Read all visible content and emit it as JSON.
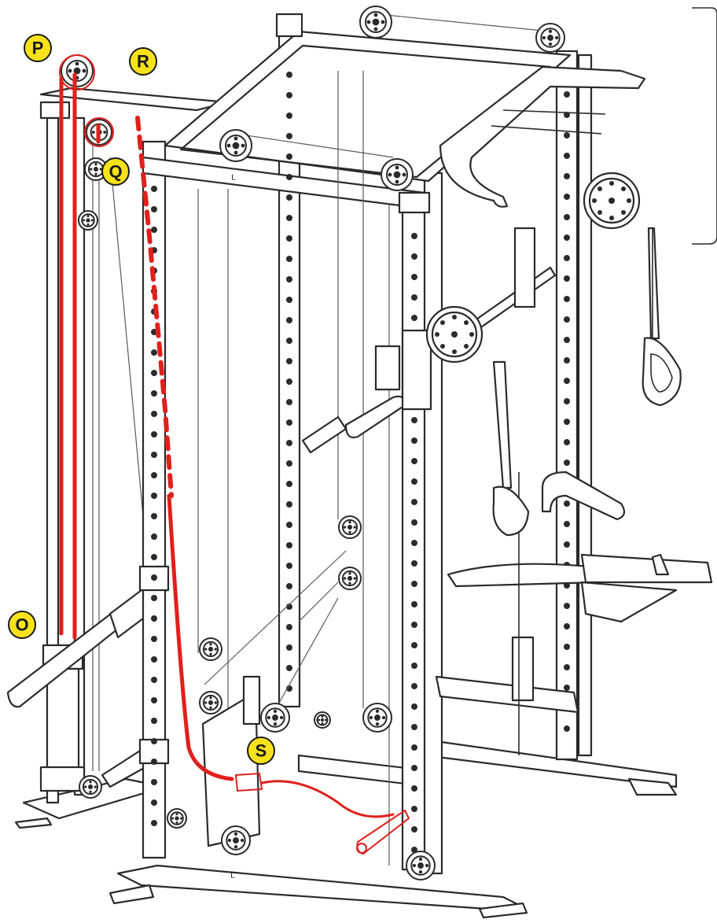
{
  "diagram": {
    "callouts": [
      {
        "id": "P",
        "text": "P"
      },
      {
        "id": "R",
        "text": "R"
      },
      {
        "id": "Q",
        "text": "Q"
      },
      {
        "id": "O",
        "text": "O"
      },
      {
        "id": "S",
        "text": "S"
      }
    ],
    "frame_marks": [
      "L",
      "L"
    ]
  },
  "colors": {
    "callout_fill": "#f7e21b",
    "highlight_cable": "#e0201c",
    "line": "#2b2b2b",
    "background": "#ffffff"
  },
  "icons": {
    "pulley": "pulley-icon",
    "weight_plate": "weight-plate-icon",
    "handle": "stirrup-handle-icon"
  }
}
